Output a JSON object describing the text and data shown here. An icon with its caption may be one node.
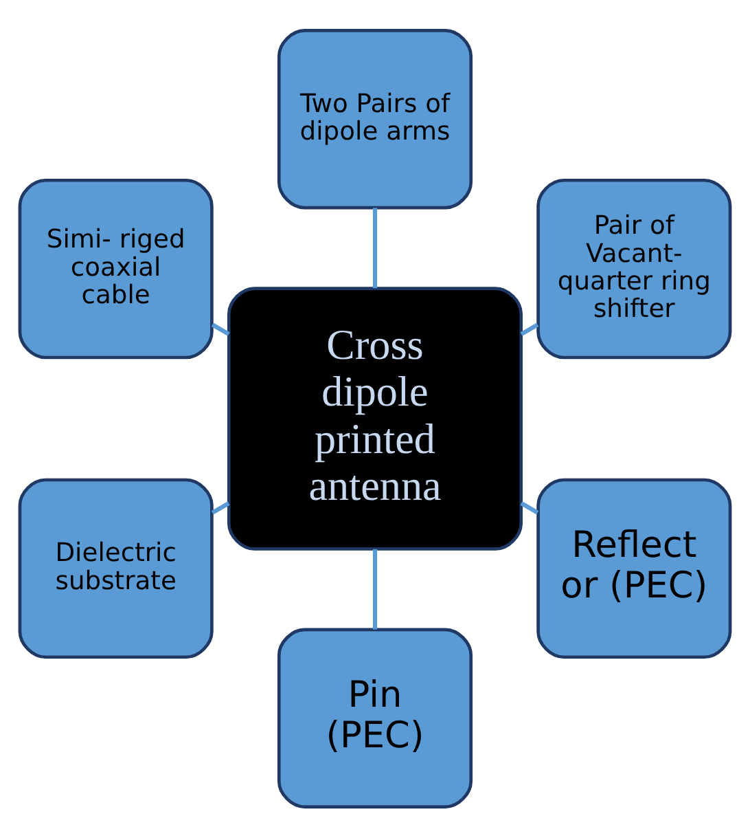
{
  "diagram": {
    "nodes": [
      {
        "text": [
          "Cross dipole printed antenna"
        ]
      },
      {
        "text": [
          "Pair of Vacant- quarter ring shifter"
        ]
      },
      {
        "text": [
          "Two Pairs of dipole arms"
        ]
      },
      {
        "text": [
          "Simi- riged coaxial cable"
        ]
      },
      {
        "text": [
          "Dielectric substrate"
        ]
      },
      {
        "text": [
          "Pin (PEC)"
        ]
      },
      {
        "text": [
          "Reflect or (PEC)"
        ]
      }
    ],
    "edges": [
      {
        "from": 0,
        "to": 1,
        "arrow": "none"
      },
      {
        "from": 0,
        "to": 2,
        "arrow": "none"
      },
      {
        "from": 0,
        "to": 3,
        "arrow": "none"
      },
      {
        "from": 0,
        "to": 4,
        "arrow": "none"
      },
      {
        "from": 0,
        "to": 5,
        "arrow": "none"
      },
      {
        "from": 0,
        "to": 6,
        "arrow": "none"
      }
    ]
  }
}
